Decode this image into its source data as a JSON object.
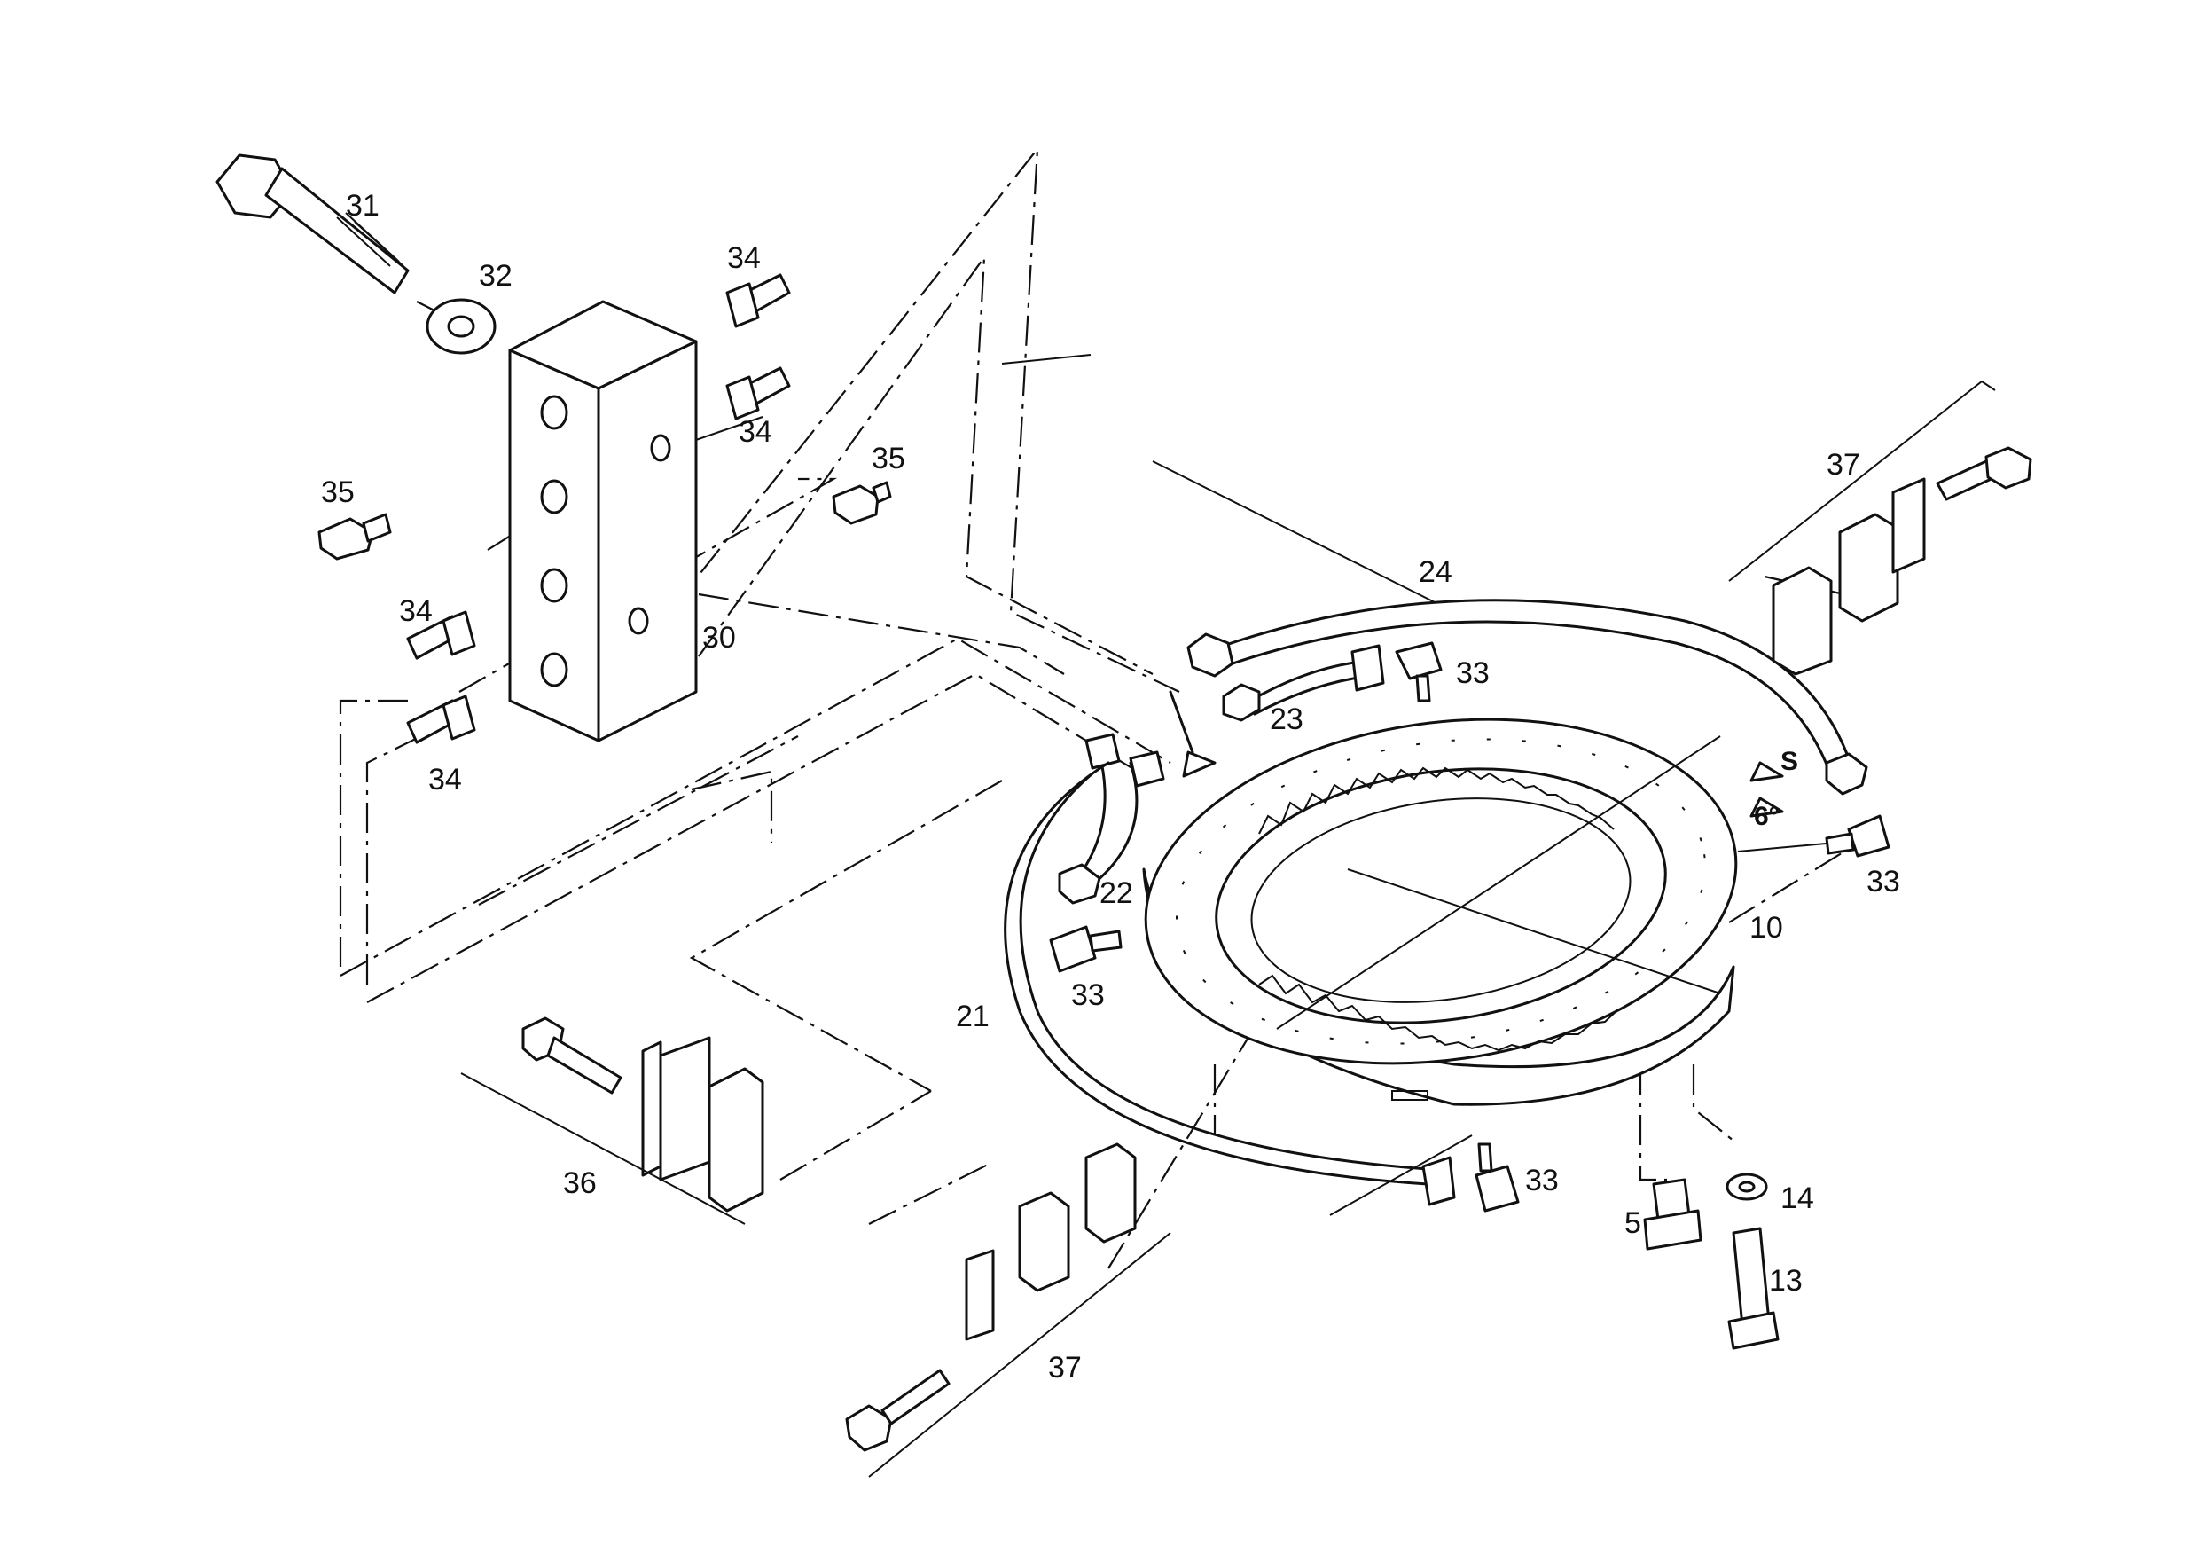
{
  "labels": {
    "l31": "31",
    "l32": "32",
    "l34a": "34",
    "l34b": "34",
    "l35a": "35",
    "l35b": "35",
    "l34c": "34",
    "l30": "30",
    "l34d": "34",
    "l37a": "37",
    "l24": "24",
    "l33a": "33",
    "l23": "23",
    "l22": "22",
    "l33b": "33",
    "l10": "10",
    "l21": "21",
    "l33c": "33",
    "l36": "36",
    "l33d": "33",
    "l14": "14",
    "l5": "5",
    "l13": "13",
    "l37b": "37"
  },
  "markers": {
    "s": "S",
    "angle": "6°"
  }
}
